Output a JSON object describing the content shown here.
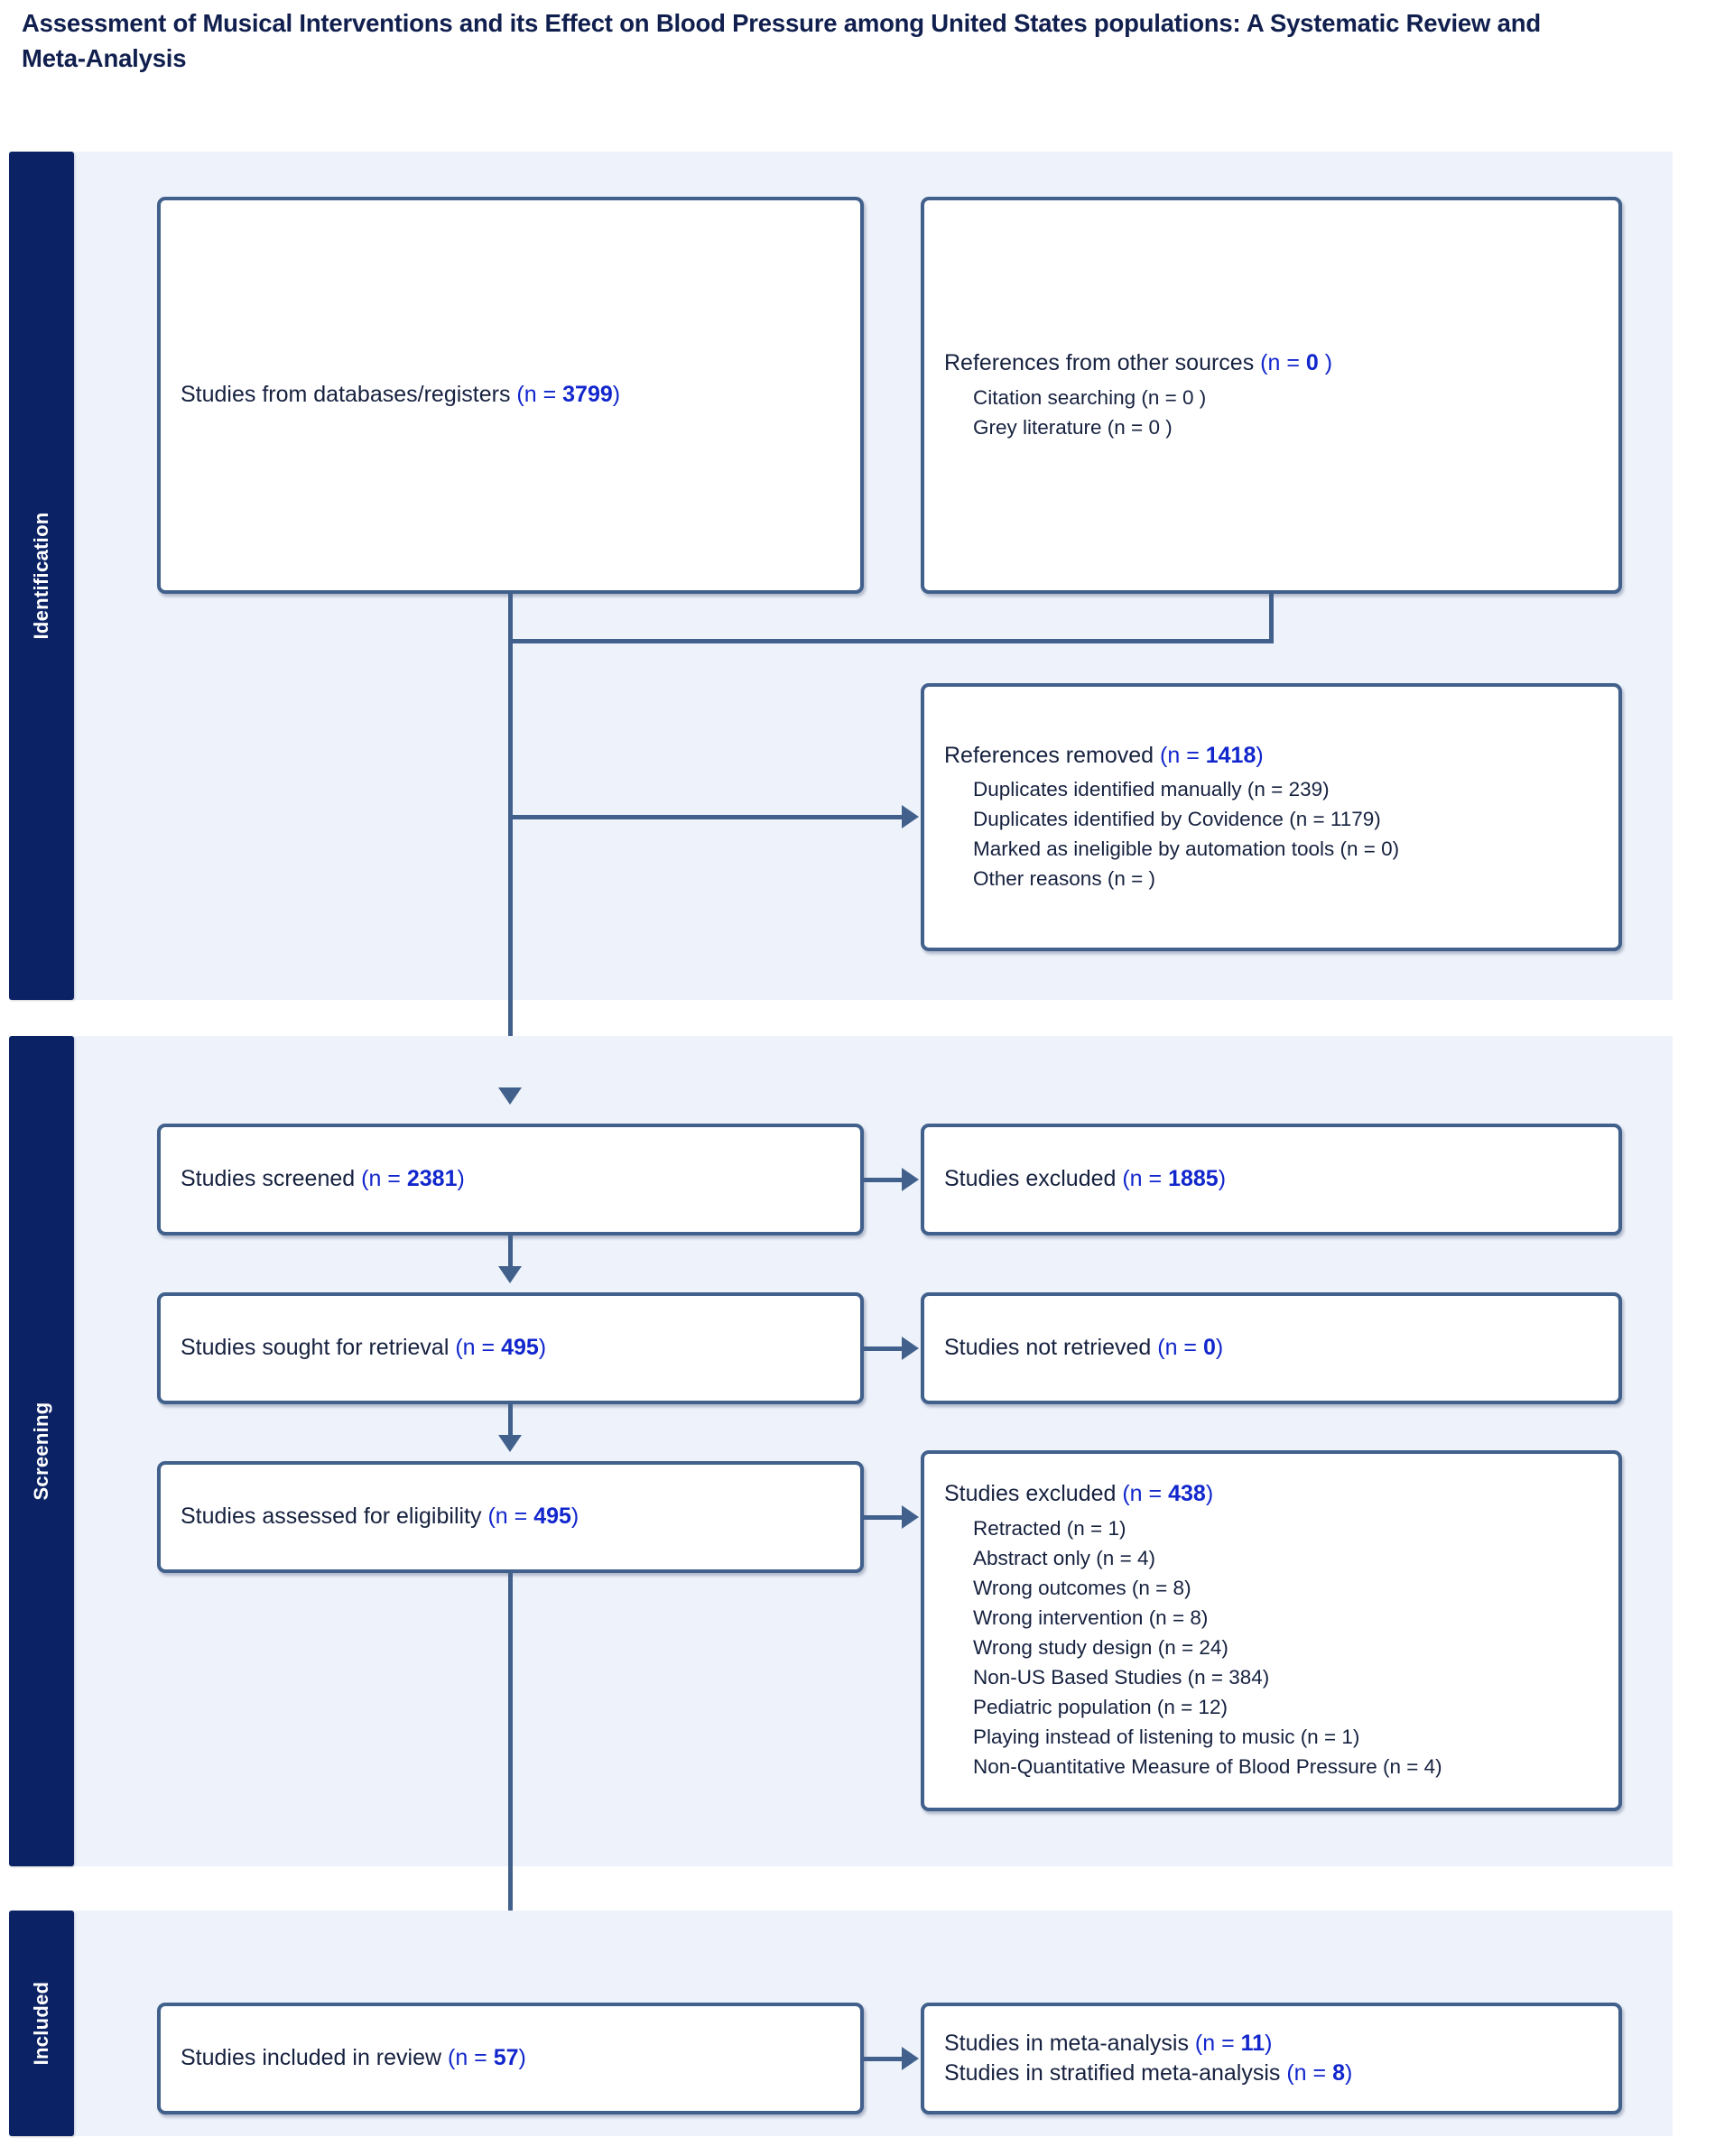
{
  "figure": {
    "title": "Assessment of Musical Interventions and its Effect on Blood Pressure among United States populations: A Systematic Review and Meta-Analysis",
    "type": "prisma-flow-diagram"
  },
  "colors": {
    "band_label_bg": "#0b2265",
    "band_bg": "#eef2fa",
    "box_border": "#41618c",
    "count_text": "#1126cc",
    "body_text": "#16213f",
    "title_text": "#101f4e"
  },
  "sections": {
    "identification": {
      "label": "Identification"
    },
    "screening": {
      "label": "Screening"
    },
    "included": {
      "label": "Included"
    }
  },
  "boxes": {
    "databases": {
      "text": "Studies from databases/registers ",
      "count": "(n = ",
      "value": "3799",
      "close": ")"
    },
    "other_sources": {
      "text": "References from other sources ",
      "count": "(n = ",
      "value": "0",
      "close": " )",
      "items": [
        "Citation searching (n = 0 )",
        "Grey literature (n = 0 )"
      ]
    },
    "references_removed": {
      "text": "References removed ",
      "count": "(n = ",
      "value": "1418",
      "close": ")",
      "items": [
        "Duplicates identified manually (n = 239)",
        "Duplicates identified by Covidence (n = 1179)",
        "Marked as ineligible by automation tools (n = 0)",
        "Other reasons (n = )"
      ]
    },
    "screened": {
      "text": "Studies screened ",
      "count": "(n = ",
      "value": "2381",
      "close": ")"
    },
    "excluded_screening": {
      "text": "Studies excluded ",
      "count": "(n = ",
      "value": "1885",
      "close": ")"
    },
    "sought_retrieval": {
      "text": "Studies sought for retrieval ",
      "count": "(n = ",
      "value": "495",
      "close": ")"
    },
    "not_retrieved": {
      "text": "Studies not retrieved ",
      "count": "(n = ",
      "value": "0",
      "close": ")"
    },
    "assessed_eligibility": {
      "text": "Studies assessed for eligibility ",
      "count": "(n = ",
      "value": "495",
      "close": ")"
    },
    "excluded_eligibility": {
      "text": "Studies excluded ",
      "count": "(n = ",
      "value": "438",
      "close": ")",
      "items": [
        "Retracted (n = 1)",
        "Abstract only (n = 4)",
        "Wrong outcomes (n = 8)",
        "Wrong intervention (n = 8)",
        "Wrong study design (n = 24)",
        "Non-US Based Studies (n = 384)",
        "Pediatric population (n = 12)",
        "Playing instead of listening to music (n = 1)",
        "Non-Quantitative Measure of Blood Pressure (n = 4)"
      ]
    },
    "included_review": {
      "text": "Studies included in review ",
      "count": "(n = ",
      "value": "57",
      "close": ")"
    },
    "meta_analysis": {
      "line1_text": "Studies in meta-analysis ",
      "line1_count": "(n = ",
      "line1_value": "11",
      "line1_close": ")",
      "line2_text": "Studies in stratified meta-analysis ",
      "line2_count": "(n = ",
      "line2_value": "8",
      "line2_close": ")"
    }
  }
}
